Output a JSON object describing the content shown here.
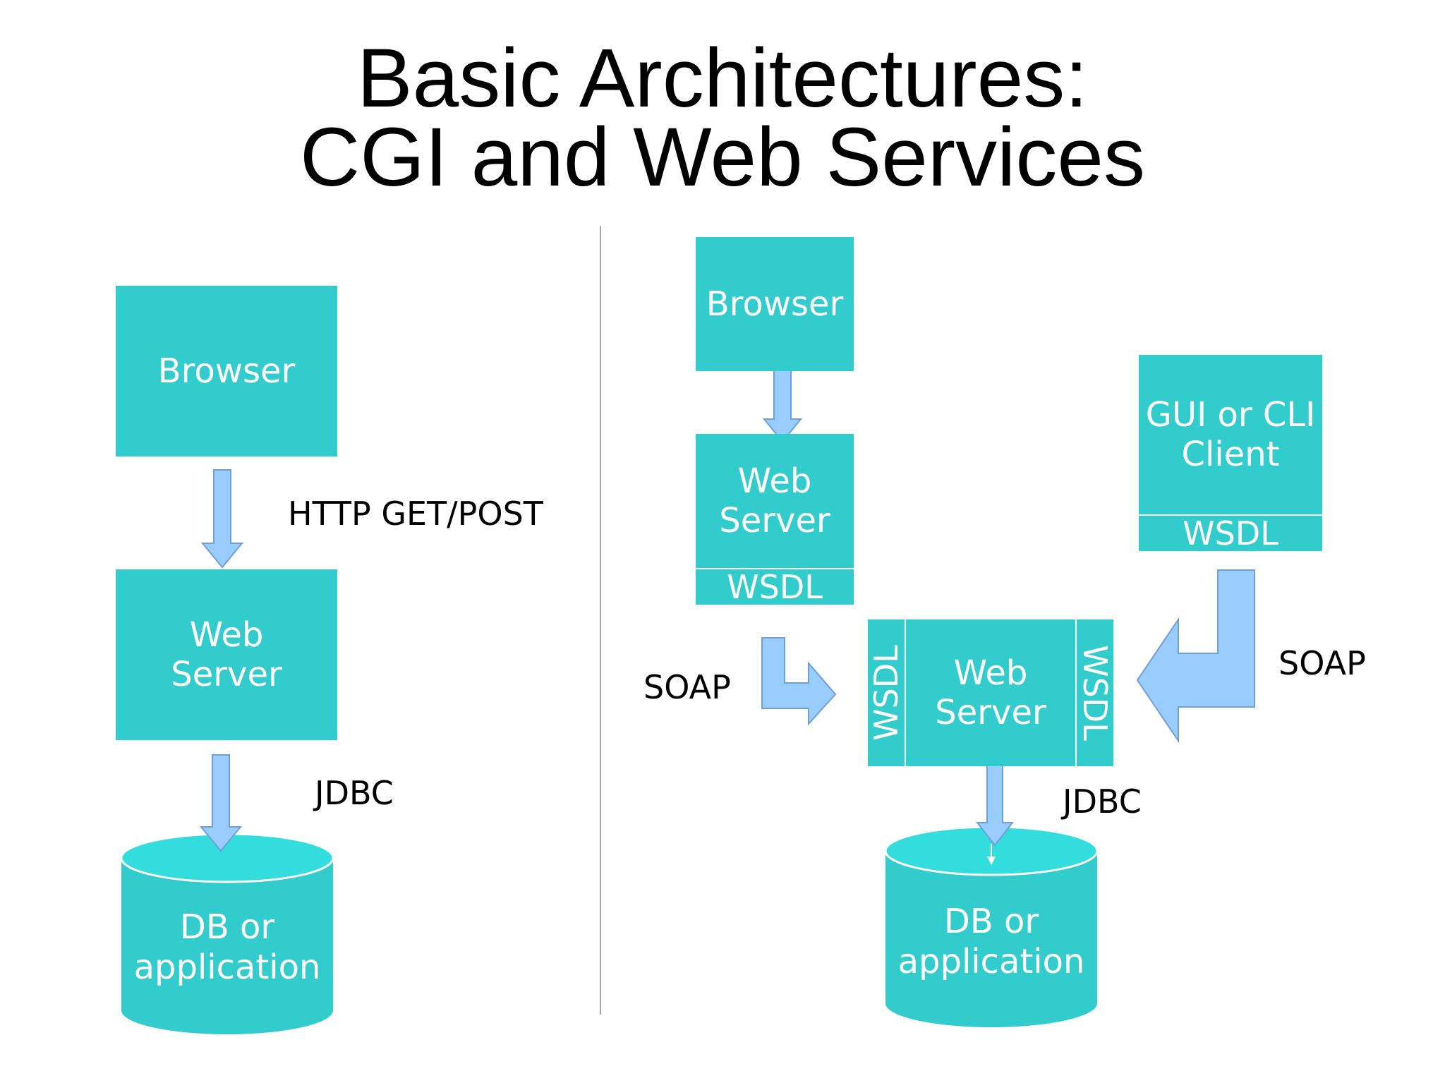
{
  "title": {
    "line1": "Basic Architectures:",
    "line2": "CGI and Web Services"
  },
  "colors": {
    "box": "#33cccc",
    "cylinder_top": "#33dddd",
    "arrow": "#99ccff",
    "arrow_stroke": "#6f9fd8",
    "divider": "#a8a8a8"
  },
  "cgi": {
    "browser": "Browser",
    "web_server": [
      "Web",
      "Server"
    ],
    "db": [
      "DB or",
      "application"
    ],
    "edge_http": "HTTP GET/POST",
    "edge_jdbc": "JDBC"
  },
  "ws": {
    "browser": "Browser",
    "web_server_top": [
      "Web",
      "Server"
    ],
    "web_server_top_wsdl": "WSDL",
    "client": [
      "GUI or CLI",
      "Client"
    ],
    "client_wsdl": "WSDL",
    "center_server": [
      "Web",
      "Server"
    ],
    "center_wsdl_left": "WSDL",
    "center_wsdl_right": "WSDL",
    "db": [
      "DB or",
      "application"
    ],
    "edge_soap_left": "SOAP",
    "edge_soap_right": "SOAP",
    "edge_jdbc": "JDBC"
  }
}
